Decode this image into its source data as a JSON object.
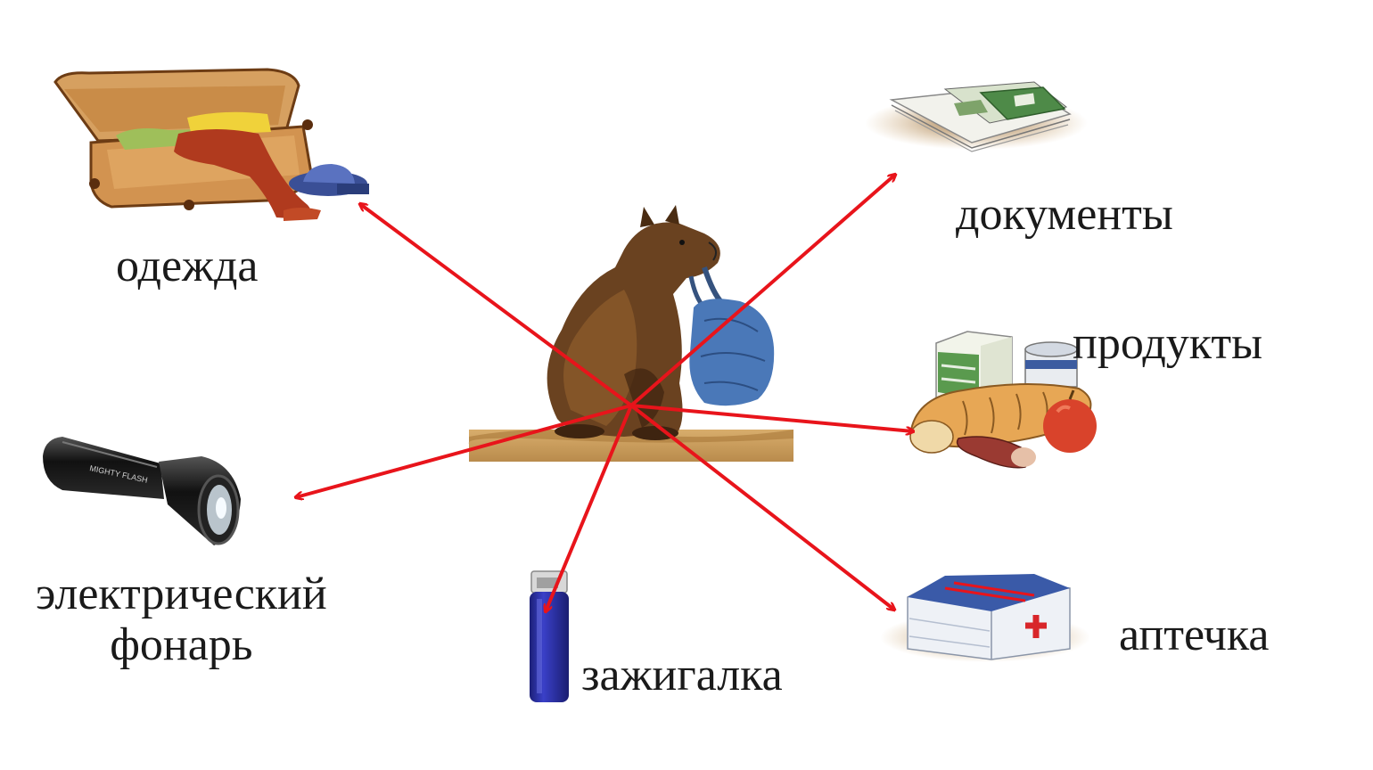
{
  "labels": {
    "clothes": "одежда",
    "documents": "документы",
    "food": "продукты",
    "first_aid": "аптечка",
    "lighter": "зажигалка",
    "flashlight_line1": "электрический",
    "flashlight_line2": "фонарь"
  },
  "flashlight_brand": "MIGHTY FLASH",
  "colors": {
    "arrow": "#e8141b",
    "text": "#1a1a1a",
    "lighter_body": "#2b2fa0",
    "ground": "#c79a5a"
  },
  "icons": [
    "dog-with-bag-icon",
    "suitcase-clothes-icon",
    "documents-icon",
    "food-icon",
    "first-aid-kit-icon",
    "lighter-icon",
    "flashlight-icon"
  ]
}
